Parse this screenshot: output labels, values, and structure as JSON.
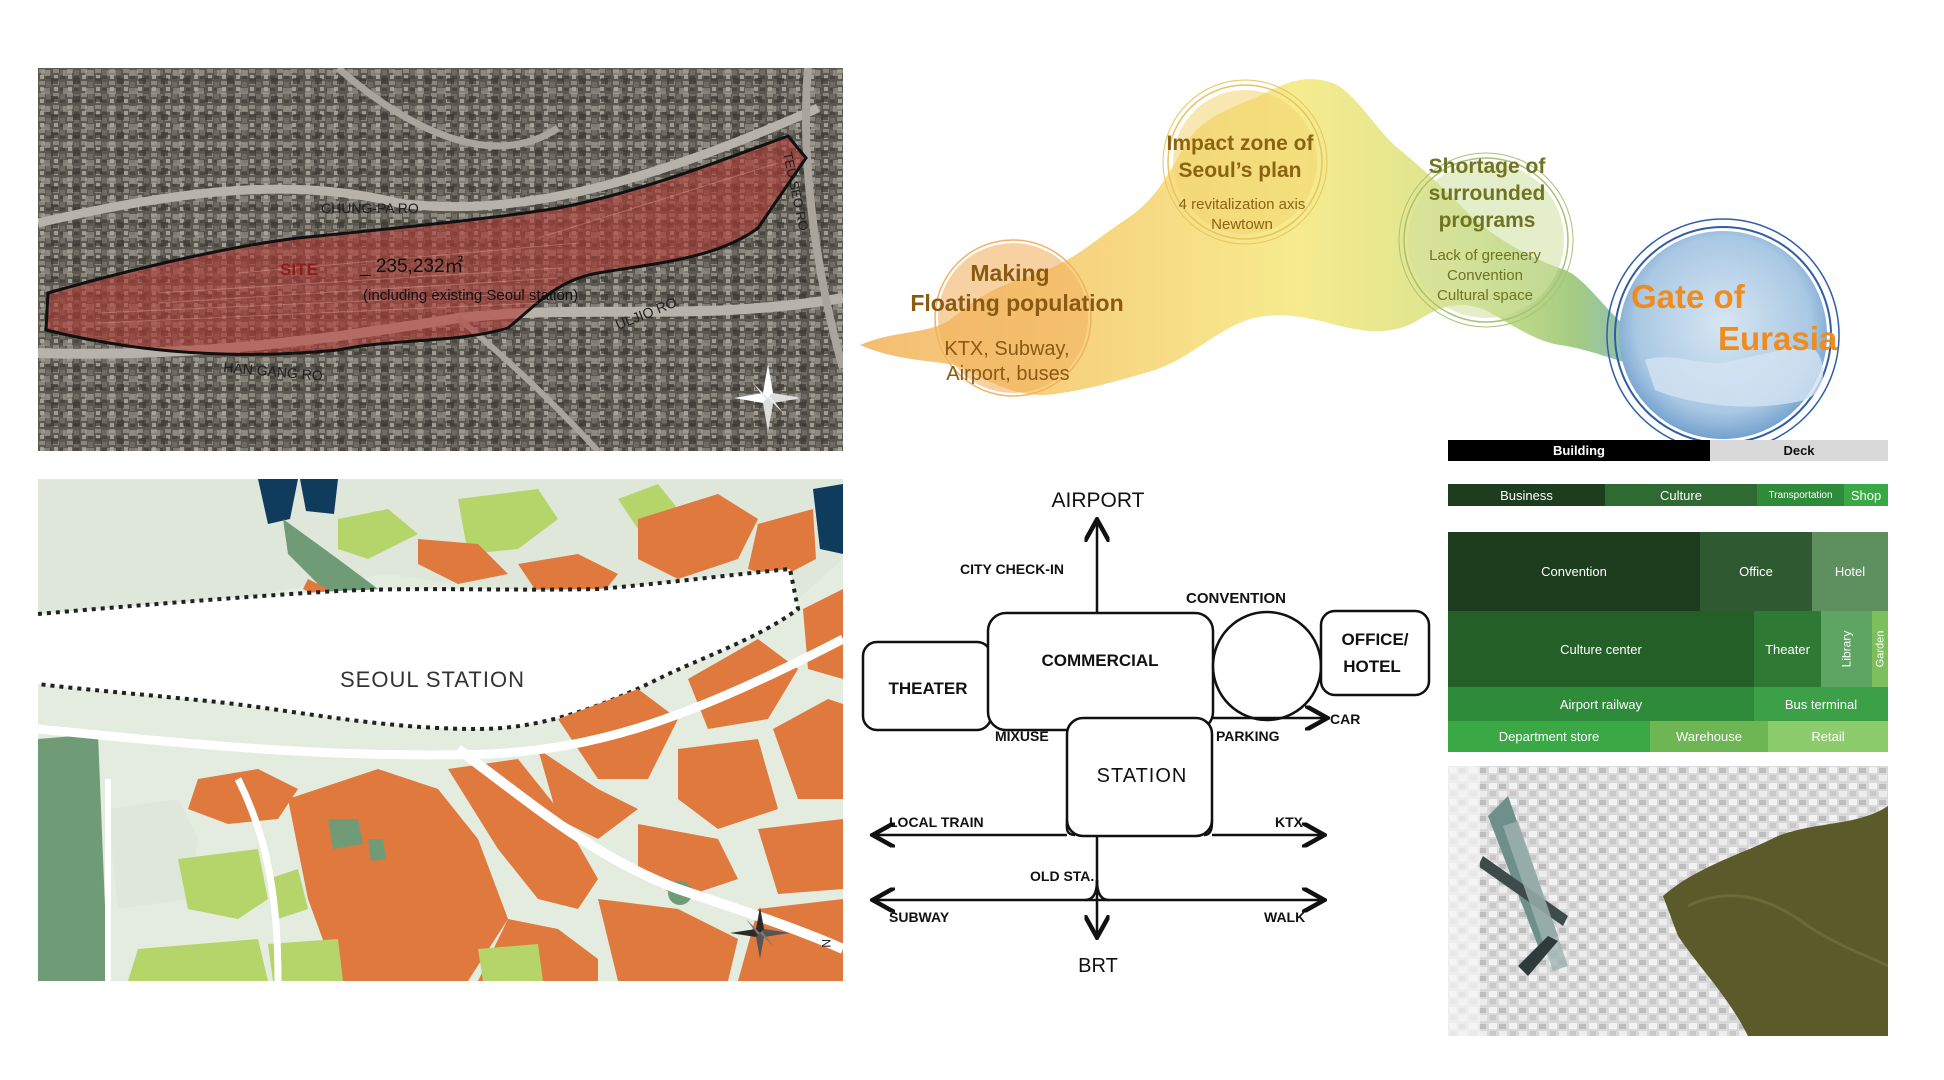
{
  "aerial": {
    "streets": {
      "chungpa": "CHUNG-PA RO",
      "hangang": "HAN GANG RO",
      "uljiro": "ULJIO RO",
      "right": "TEU SEO RO"
    },
    "site_label": "SITE",
    "area": "_ 235,232㎡",
    "area_note": "(including existing Seoul station)"
  },
  "flow": {
    "stages": [
      {
        "title_lines": [
          "Making",
          "Floating population"
        ],
        "sub_lines": [
          "KTX, Subway,",
          "Airport, buses"
        ]
      },
      {
        "title_lines": [
          "Impact zone of",
          "Seoul’s plan"
        ],
        "sub_lines": [
          "4 revitalization axis",
          "Newtown"
        ]
      },
      {
        "title_lines": [
          "Shortage of",
          "surrounded",
          "programs"
        ],
        "sub_lines": [
          "Lack of greenery",
          "Convention",
          "Cultural space"
        ]
      }
    ],
    "gate_lines": [
      "Gate of",
      "Eurasia"
    ]
  },
  "landuse": {
    "station_label": "SEOUL STATION",
    "compass_n": "N"
  },
  "diagram": {
    "airport": "AIRPORT",
    "city_checkin": "CITY CHECK-IN",
    "convention": "CONVENTION",
    "theater": "THEATER",
    "commercial": "COMMERCIAL",
    "office_hotel_lines": [
      "OFFICE/",
      "HOTEL"
    ],
    "car": "CAR",
    "mixuse": "MIXUSE",
    "parking": "PARKING",
    "station": "STATION",
    "local_train": "LOCAL TRAIN",
    "ktx": "KTX",
    "old_sta": "OLD STA.",
    "subway": "SUBWAY",
    "walk": "WALK",
    "brt": "BRT"
  },
  "program": {
    "header": [
      "Building",
      "Deck"
    ],
    "categories": [
      "Business",
      "Culture",
      "Transportation",
      "Shop"
    ],
    "blocks": {
      "convention": "Convention",
      "office": "Office",
      "hotel": "Hotel",
      "culture_center": "Culture center",
      "theater": "Theater",
      "library": "Library",
      "garden": "Garden",
      "airport_railway": "Airport railway",
      "bus_terminal": "Bus terminal",
      "department_store": "Department store",
      "warehouse": "Warehouse",
      "retail": "Retail"
    },
    "colors": {
      "dark": "#1e3d1f",
      "mid": "#2f6a33",
      "green": "#2e8b3a",
      "bright": "#3aa845",
      "light": "#7cbf5c"
    }
  },
  "colors": {
    "site": "#b03a35",
    "orange": "#e0793d",
    "navy": "#0f3b5c",
    "lime": "#b5d46a",
    "sage": "#6f9c77",
    "pale": "#dfe7da"
  }
}
